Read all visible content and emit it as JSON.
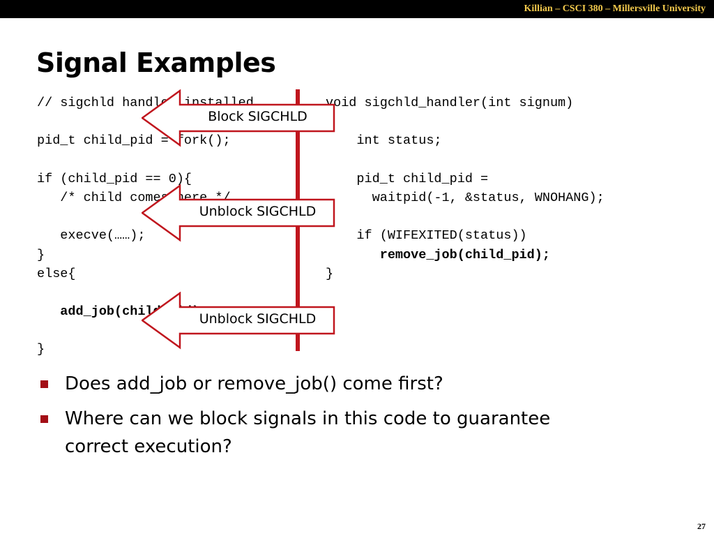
{
  "header": {
    "text": "Killian – CSCI 380 – Millersville University"
  },
  "title": "Signal Examples",
  "code_left": [
    {
      "text": "// sigchld handler installed",
      "bold": false
    },
    {
      "text": "",
      "bold": false
    },
    {
      "text": "pid_t child_pid = fork();",
      "bold": false
    },
    {
      "text": "",
      "bold": false
    },
    {
      "text": "if (child_pid == 0){",
      "bold": false
    },
    {
      "text": "   /* child comes here */",
      "bold": false
    },
    {
      "text": "",
      "bold": false
    },
    {
      "text": "   execve(……);",
      "bold": false
    },
    {
      "text": "}",
      "bold": false
    },
    {
      "text": "else{",
      "bold": false
    },
    {
      "text": "",
      "bold": false
    },
    {
      "text": "   add_job(child_pid);",
      "bold": true
    },
    {
      "text": "",
      "bold": false
    },
    {
      "text": "}",
      "bold": false
    }
  ],
  "code_right": [
    {
      "text": "void sigchld_handler(int signum)",
      "bold": false
    },
    {
      "text": "{",
      "bold": false
    },
    {
      "text": "    int status;",
      "bold": false
    },
    {
      "text": "",
      "bold": false
    },
    {
      "text": "    pid_t child_pid =",
      "bold": false
    },
    {
      "text": "      waitpid(-1, &status, WNOHANG);",
      "bold": false
    },
    {
      "text": "",
      "bold": false
    },
    {
      "text": "    if (WIFEXITED(status))",
      "bold": false
    },
    {
      "text": "       remove_job(child_pid);",
      "bold": true
    },
    {
      "text": "}",
      "bold": false
    }
  ],
  "callouts": [
    "Block SIGCHLD",
    "Unblock SIGCHLD",
    "Unblock SIGCHLD"
  ],
  "bullets": [
    "Does add_job or remove_job() come first?",
    "Where can we block signals in this code to guarantee correct execution?"
  ],
  "page_number": "27",
  "colors": {
    "header_bg": "#000000",
    "header_text": "#f2c94c",
    "accent_red": "#c0161e",
    "bullet": "#a30e16"
  }
}
